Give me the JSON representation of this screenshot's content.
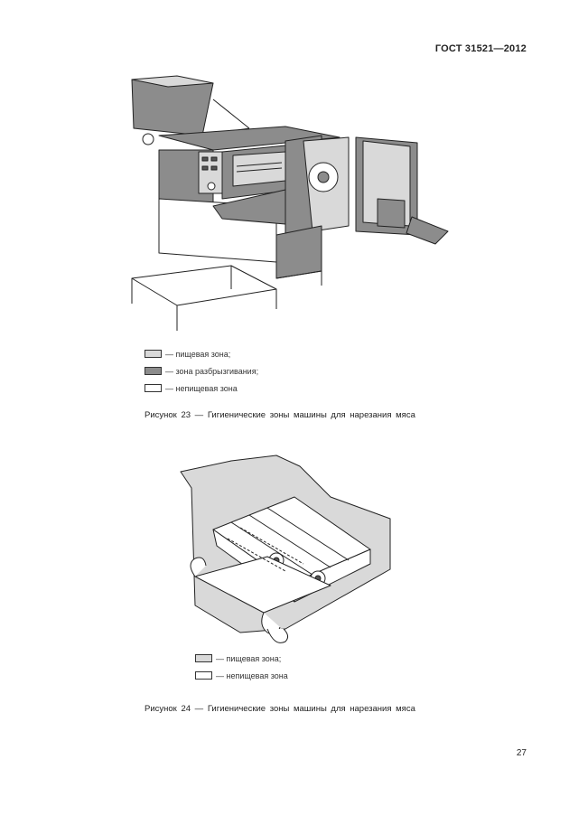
{
  "header": {
    "standard_code": "ГОСТ 31521—2012"
  },
  "colors": {
    "food_zone": "#d9d9d9",
    "splash_zone": "#8c8c8c",
    "non_food_zone": "#ffffff"
  },
  "figure23": {
    "legend": [
      {
        "text": "— пищевая зона;",
        "color": "#d9d9d9"
      },
      {
        "text": "— зона разбрызгивания;",
        "color": "#8c8c8c"
      },
      {
        "text": "— непищевая зона",
        "color": "#ffffff"
      }
    ],
    "caption": "Рисунок 23 — Гигиенические зоны машины для нарезания мяса"
  },
  "figure24": {
    "legend": [
      {
        "text": "— пищевая зона;",
        "color": "#d9d9d9"
      },
      {
        "text": "— непищевая зона",
        "color": "#ffffff"
      }
    ],
    "caption": "Рисунок 24 — Гигиенические зоны машины для нарезания мяса"
  },
  "page_number": "27"
}
